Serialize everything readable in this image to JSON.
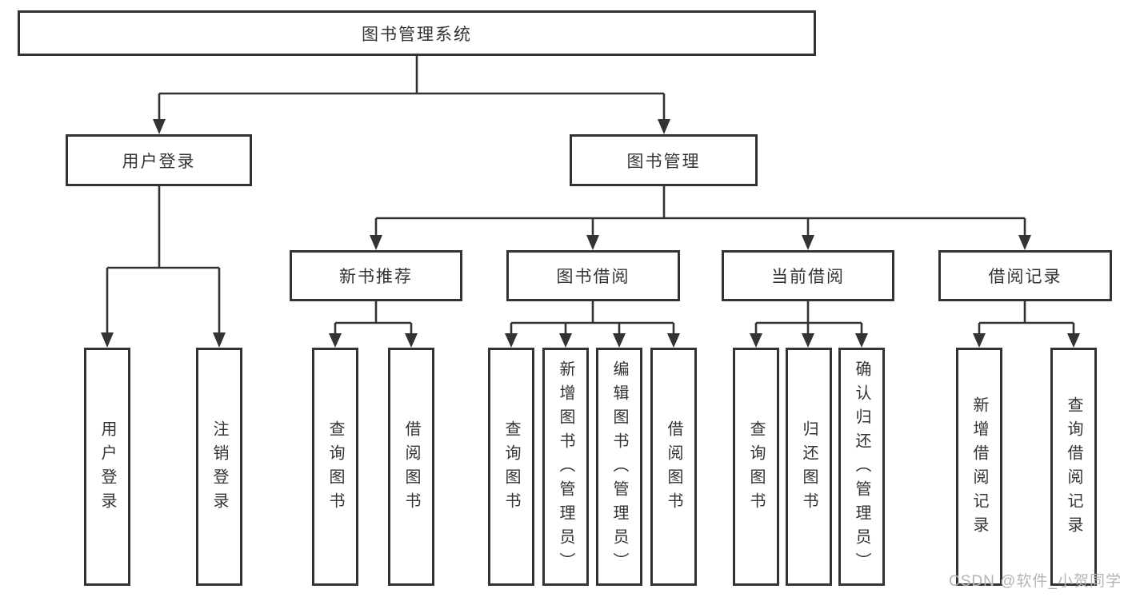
{
  "diagram": {
    "type": "tree",
    "tree": {
      "label": "图书管理系统",
      "children": [
        {
          "label": "用户登录",
          "children": [
            {
              "label": "用户登录"
            },
            {
              "label": "注销登录"
            }
          ]
        },
        {
          "label": "图书管理",
          "children": [
            {
              "label": "新书推荐",
              "children": [
                {
                  "label": "查询图书"
                },
                {
                  "label": "借阅图书"
                }
              ]
            },
            {
              "label": "图书借阅",
              "children": [
                {
                  "label": "查询图书"
                },
                {
                  "label": "新增图书（管理员）"
                },
                {
                  "label": "编辑图书（管理员）"
                },
                {
                  "label": "借阅图书"
                }
              ]
            },
            {
              "label": "当前借阅",
              "children": [
                {
                  "label": "查询图书"
                },
                {
                  "label": "归还图书"
                },
                {
                  "label": "确认归还（管理员）"
                }
              ]
            },
            {
              "label": "借阅记录",
              "children": [
                {
                  "label": "新增借阅记录"
                },
                {
                  "label": "查询借阅记录"
                }
              ]
            }
          ]
        }
      ]
    }
  },
  "watermark": {
    "text": "CSDN @软件_小贺同学"
  },
  "colors": {
    "line": "#333333",
    "text": "#333333",
    "watermark": "#b4b4b4",
    "background": "#ffffff"
  }
}
